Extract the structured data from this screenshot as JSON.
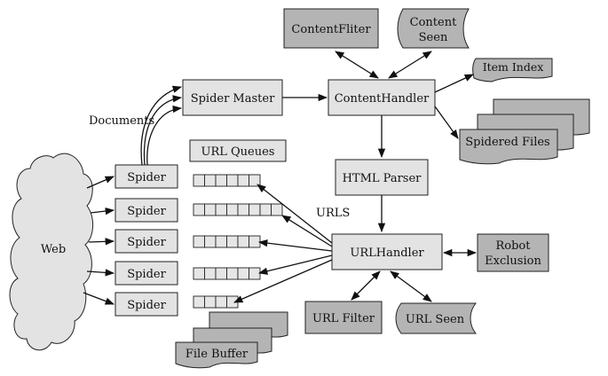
{
  "nodes": {
    "web": "Web",
    "spider_master": "Spider Master",
    "content_handler": "ContentHandler",
    "content_filter": "ContentFliter",
    "content_seen_line1": "Content",
    "content_seen_line2": "Seen",
    "item_index": "Item Index",
    "spidered_files": "Spidered Files",
    "url_queues": "URL Queues",
    "html_parser": "HTML Parser",
    "url_handler": "URLHandler",
    "robot_exclusion_line1": "Robot",
    "robot_exclusion_line2": "Exclusion",
    "url_filter": "URL Filter",
    "url_seen": "URL Seen",
    "file_buffer": "File Buffer",
    "spiders": [
      "Spider",
      "Spider",
      "Spider",
      "Spider",
      "Spider"
    ]
  },
  "edge_labels": {
    "documents": "Documents",
    "urls": "URLS"
  },
  "queue_cells": [
    6,
    8,
    6,
    6,
    4
  ],
  "colors": {
    "light_fill": "#e3e3e3",
    "dark_fill": "#b4b4b4",
    "stroke": "#222222"
  }
}
